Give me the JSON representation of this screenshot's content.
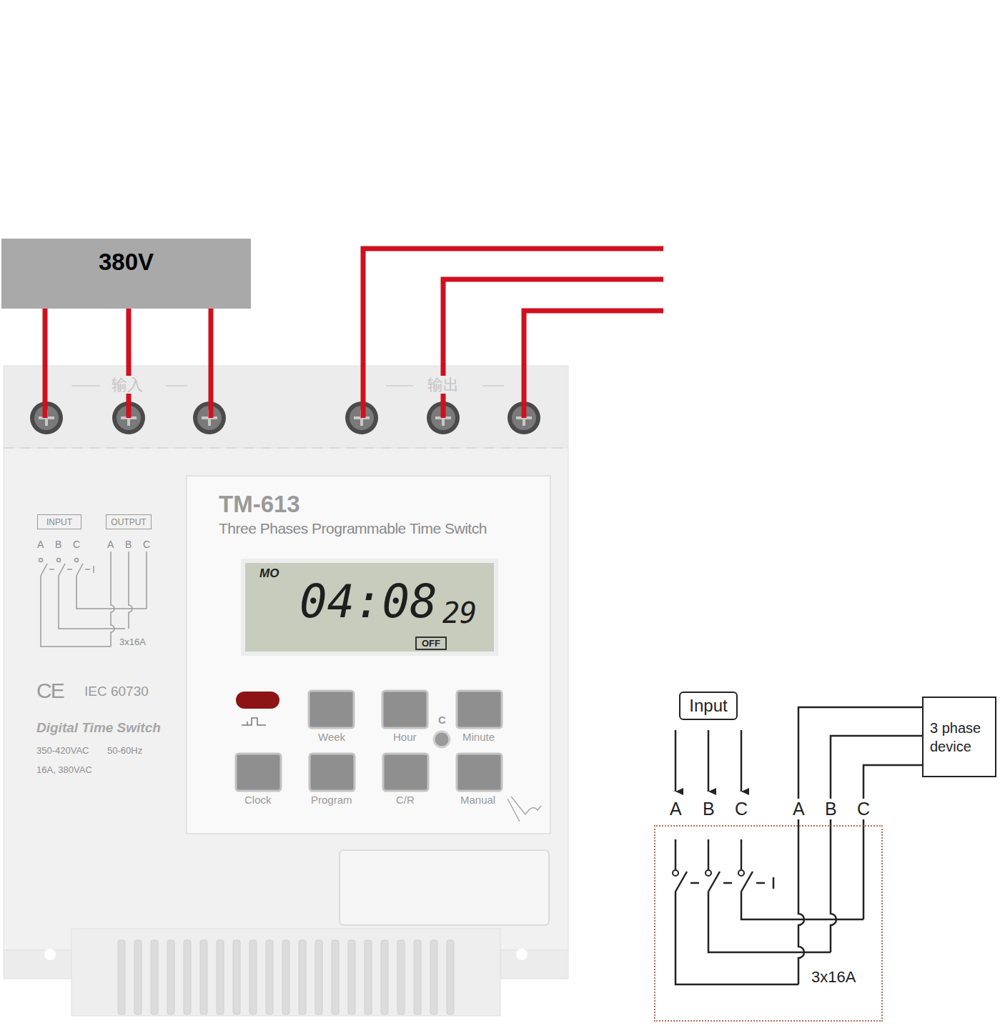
{
  "diagram": {
    "nodes": [
      {
        "text": [
          "380V"
        ]
      },
      {
        "text": [
          "INPUT"
        ]
      },
      {
        "text": [
          "OUTPUT"
        ]
      },
      {
        "text": [
          "TM-613",
          "Three Phases Programmable Time Switch"
        ]
      },
      {
        "text": [
          "MO",
          "04:08",
          "29"
        ],
        "in": 3
      },
      {
        "text": [
          "OFF"
        ],
        "in": 4
      },
      {
        "text": [
          "Input"
        ]
      },
      {
        "text": [
          "3 phase device"
        ]
      },
      {
        "text": [
          "3x16A"
        ]
      }
    ],
    "edges": [
      {
        "from": 7,
        "to": 8,
        "arrow": "none"
      },
      {
        "from": 7,
        "to": 8,
        "arrow": "none"
      },
      {
        "from": 7,
        "to": 8,
        "arrow": "none"
      }
    ],
    "labels": [
      "输入",
      "输出",
      "A",
      "B",
      "C",
      "A",
      "B",
      "C",
      "3x16A",
      "CE",
      "IEC 60730",
      "Digital Time Switch",
      "350-420VAC",
      "50-60Hz",
      "16A, 380VAC",
      "Week",
      "C",
      "Hour",
      "Minute",
      "Clock",
      "Program",
      "C/R",
      "Manual",
      "A",
      "B",
      "C",
      "A",
      "B",
      "C"
    ]
  }
}
